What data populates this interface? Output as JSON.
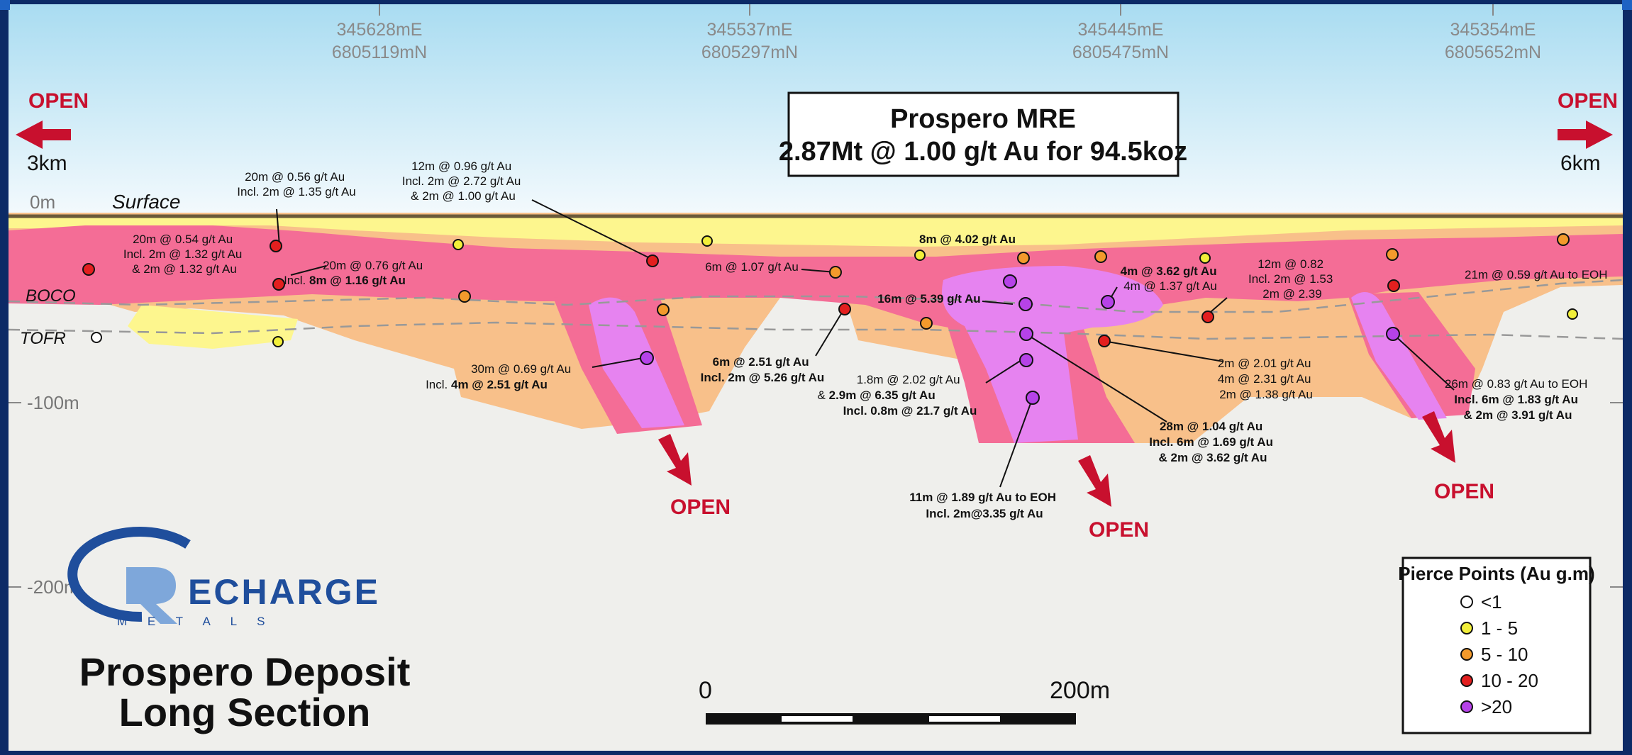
{
  "eastings": [
    {
      "e": "345628mE",
      "n": "6805119mN"
    },
    {
      "e": "345537mE",
      "n": "6805297mN"
    },
    {
      "e": "345445mE",
      "n": "6805475mN"
    },
    {
      "e": "345354mE",
      "n": "6805652mN"
    }
  ],
  "depth_labels": {
    "d0": "0m",
    "d100": "-100m",
    "d200": "-200m"
  },
  "surface_label": "Surface",
  "unit_labels": {
    "boco": "BOCO",
    "tofr": "TOFR"
  },
  "open_label": "OPEN",
  "left_distance": "3km",
  "right_distance": "6km",
  "title_box": {
    "line1": "Prospero MRE",
    "line2": "2.87Mt @ 1.00 g/t Au for 94.5koz"
  },
  "footer_title": {
    "line1": "Prospero Deposit",
    "line2": "Long Section"
  },
  "logo": {
    "word": "ECHARGE",
    "sub": "M E T A L S"
  },
  "scale": {
    "left": "0",
    "right": "200m"
  },
  "legend": {
    "title": "Pierce Points (Au g.m)",
    "items": [
      {
        "label": "<1",
        "color": "#ffffff"
      },
      {
        "label": "1 - 5",
        "color": "#f2ef3a"
      },
      {
        "label": "5 - 10",
        "color": "#f39a2c"
      },
      {
        "label": "10 - 20",
        "color": "#e31f1f"
      },
      {
        "label": ">20",
        "color": "#b642e8"
      }
    ]
  },
  "annotations": {
    "a1": [
      "20m @ 0.54 g/t Au",
      "Incl. 2m @ 1.32 g/t Au",
      "& 2m @ 1.32 g/t Au"
    ],
    "a2": [
      "20m @ 0.56 g/t Au",
      "Incl. 2m @ 1.35 g/t Au"
    ],
    "a3": [
      "20m @ 0.76 g/t Au",
      "Incl. ",
      "8m @ 1.16 g/t Au"
    ],
    "a4": [
      "12m @ 0.96 g/t Au",
      "Incl. 2m @ 2.72 g/t Au",
      "& 2m @ 1.00 g/t Au"
    ],
    "a5": [
      "6m @ 1.07 g/t Au"
    ],
    "a6": [
      "8m @ 4.02 g/t Au"
    ],
    "a7": [
      "4m @ 3.62 g/t Au",
      "4m @ 1.37 g/t Au"
    ],
    "a8": [
      "12m @ 0.82",
      "Incl. 2m @ 1.53",
      "2m @ 2.39"
    ],
    "a9": [
      "21m @ 0.59 g/t Au to EOH"
    ],
    "a10": [
      "16m @ 5.39 g/t Au"
    ],
    "a11": [
      "30m @ 0.69 g/t Au",
      "Incl. ",
      "4m @ 2.51 g/t Au"
    ],
    "a12": [
      "6m @ 2.51 g/t Au",
      "Incl. 2m @ 5.26 g/t Au"
    ],
    "a13": [
      "1.8m @ 2.02 g/t Au",
      "& ",
      "2.9m @ 6.35 g/t Au",
      "Incl. 0.8m @ 21.7 g/t Au"
    ],
    "a14": [
      "2m @ 2.01 g/t Au",
      "4m @ 2.31 g/t Au",
      "2m @ 1.38 g/t Au"
    ],
    "a15": [
      "26m @ 0.83 g/t Au to EOH",
      "Incl. 6m @ 1.83 g/t Au",
      "& 2m @ 3.91 g/t Au"
    ],
    "a16": [
      "28m @ 1.04 g/t Au",
      "Incl. 6m @ 1.69 g/t Au",
      "& 2m @ 3.62 g/t Au"
    ],
    "a17": [
      "11m @ 1.89 g/t Au to EOH",
      "Incl. 2m@3.35 g/t Au"
    ]
  }
}
